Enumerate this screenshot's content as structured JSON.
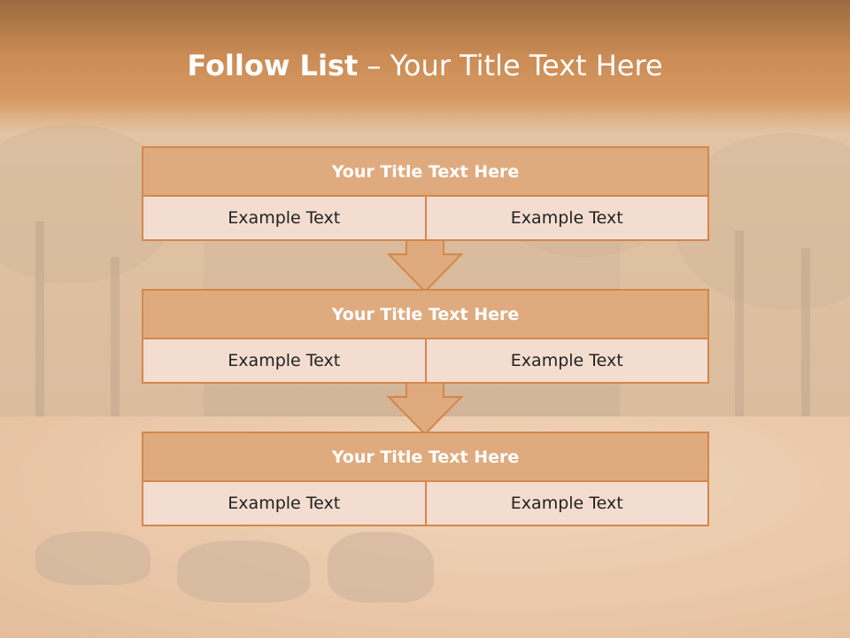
{
  "slide": {
    "title_strong": "Follow List",
    "title_rest": "– Your Title Text Here"
  },
  "steps": [
    {
      "title": "Your Title Text Here",
      "left": "Example Text",
      "right": "Example Text"
    },
    {
      "title": "Your Title Text Here",
      "left": "Example Text",
      "right": "Example Text"
    },
    {
      "title": "Your Title Text Here",
      "left": "Example Text",
      "right": "Example Text"
    }
  ],
  "colors": {
    "header_band": "#c98a54",
    "block_header": "#dfab7e",
    "block_border": "#d4874a",
    "cell_fill": "#f3ddd0",
    "arrow_fill": "#dfab7e"
  },
  "icons": {
    "connector": "down-arrow-icon"
  }
}
